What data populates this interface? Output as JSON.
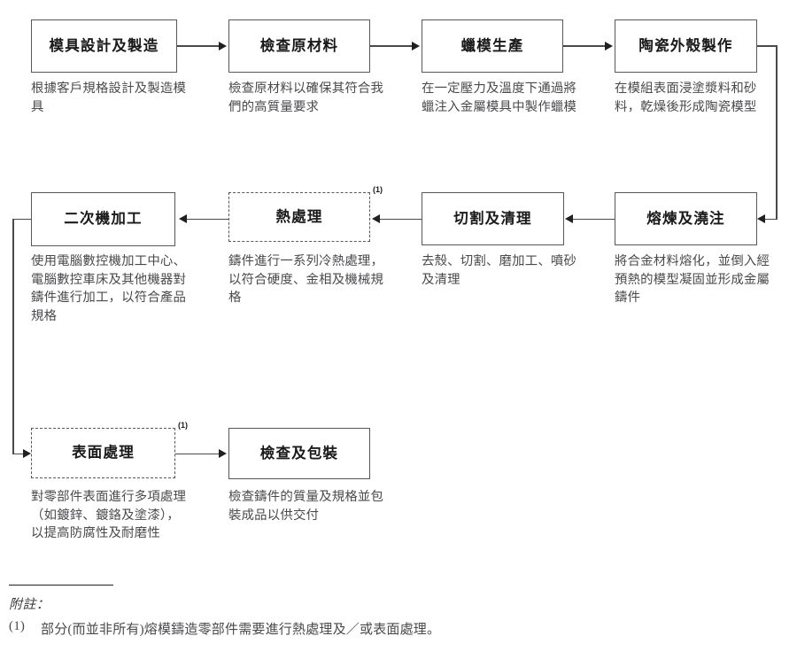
{
  "diagram": {
    "title_hidden": "",
    "nodes": [
      {
        "id": "mould-design",
        "label": "模具設計及製造",
        "desc": "根據客戶規格設計及製造模具",
        "style": "solid",
        "footnote_mark": ""
      },
      {
        "id": "inspect-raw-material",
        "label": "檢查原材料",
        "desc": "檢查原材料以確保其符合我們的高質量要求",
        "style": "solid",
        "footnote_mark": ""
      },
      {
        "id": "wax-pattern-production",
        "label": "蠟模生產",
        "desc": "在一定壓力及溫度下通過將蠟注入金屬模具中製作蠟模",
        "style": "solid",
        "footnote_mark": ""
      },
      {
        "id": "ceramic-shell-making",
        "label": "陶瓷外殼製作",
        "desc": "在模組表面浸塗漿料和砂料，乾燥後形成陶瓷模型",
        "style": "solid",
        "footnote_mark": ""
      },
      {
        "id": "melting-and-pouring",
        "label": "熔煉及澆注",
        "desc": "將合金材料熔化，並倒入經預熱的模型凝固並形成金屬鑄件",
        "style": "solid",
        "footnote_mark": ""
      },
      {
        "id": "cutting-and-cleaning",
        "label": "切割及清理",
        "desc": "去殼、切割、磨加工、噴砂及清理",
        "style": "solid",
        "footnote_mark": ""
      },
      {
        "id": "heat-treatment",
        "label": "熱處理",
        "desc": "鑄件進行一系列冷熱處理，以符合硬度、金相及機械規格",
        "style": "dashed",
        "footnote_mark": "(1)"
      },
      {
        "id": "secondary-machining",
        "label": "二次機加工",
        "desc": "使用電腦數控機加工中心、電腦數控車床及其他機器對鑄件進行加工，以符合產品規格",
        "style": "solid",
        "footnote_mark": ""
      },
      {
        "id": "surface-treatment",
        "label": "表面處理",
        "desc": "對零部件表面進行多項處理（如鍍鋅、鍍鉻及塗漆），以提高防腐性及耐磨性",
        "style": "dashed",
        "footnote_mark": "(1)"
      },
      {
        "id": "inspection-and-packing",
        "label": "檢查及包裝",
        "desc": "檢查鑄件的質量及規格並包裝成品以供交付",
        "style": "solid",
        "footnote_mark": ""
      }
    ]
  },
  "footnote": {
    "title": "附註：",
    "items": [
      {
        "marker": "(1)",
        "text": "部分(而並非所有)熔模鑄造零部件需要進行熱處理及／或表面處理。"
      }
    ]
  },
  "colors": {
    "box_border": "#58585b",
    "connector": "#4a4a4d",
    "label_text": "#1a1a1a",
    "desc_text": "#4a4a4d",
    "background": "#ffffff"
  }
}
